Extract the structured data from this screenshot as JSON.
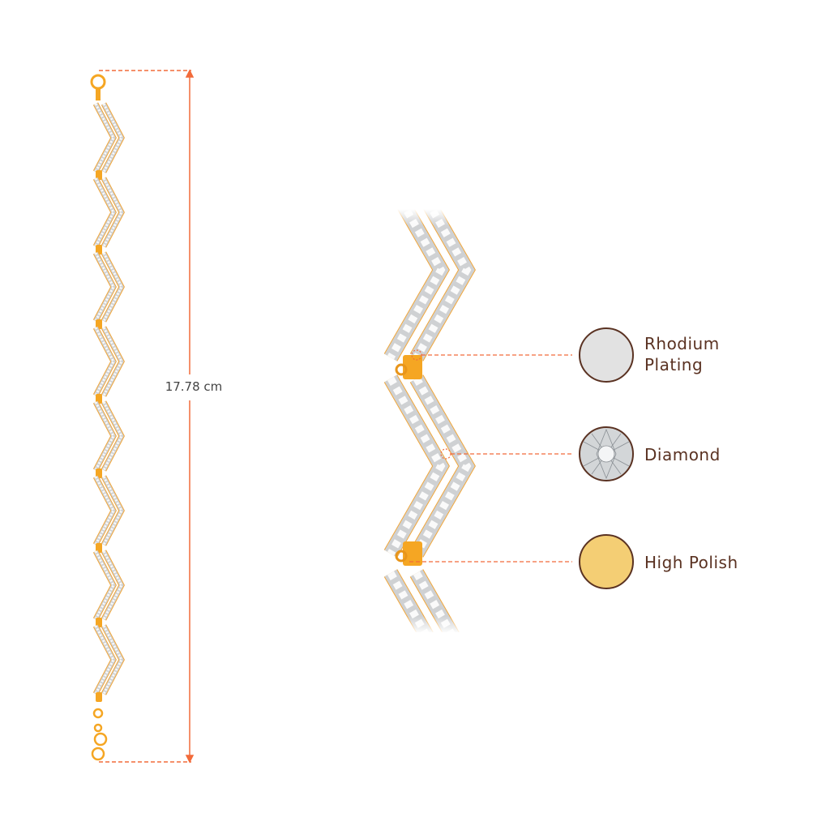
{
  "measurement": {
    "length_label": "17.78 cm"
  },
  "features": [
    {
      "name_line1": "Rhodium",
      "name_line2": "Plating",
      "swatch": "#e2e2e2"
    },
    {
      "name_line1": "Diamond",
      "name_line2": "",
      "swatch": "#cfd3d6"
    },
    {
      "name_line1": "High Polish",
      "name_line2": "",
      "swatch": "#f4ce74"
    }
  ],
  "colors": {
    "accent": "#f26b3a",
    "gold": "#f5a623",
    "text": "#5a3222",
    "rhodium": "#d9d9d9"
  }
}
